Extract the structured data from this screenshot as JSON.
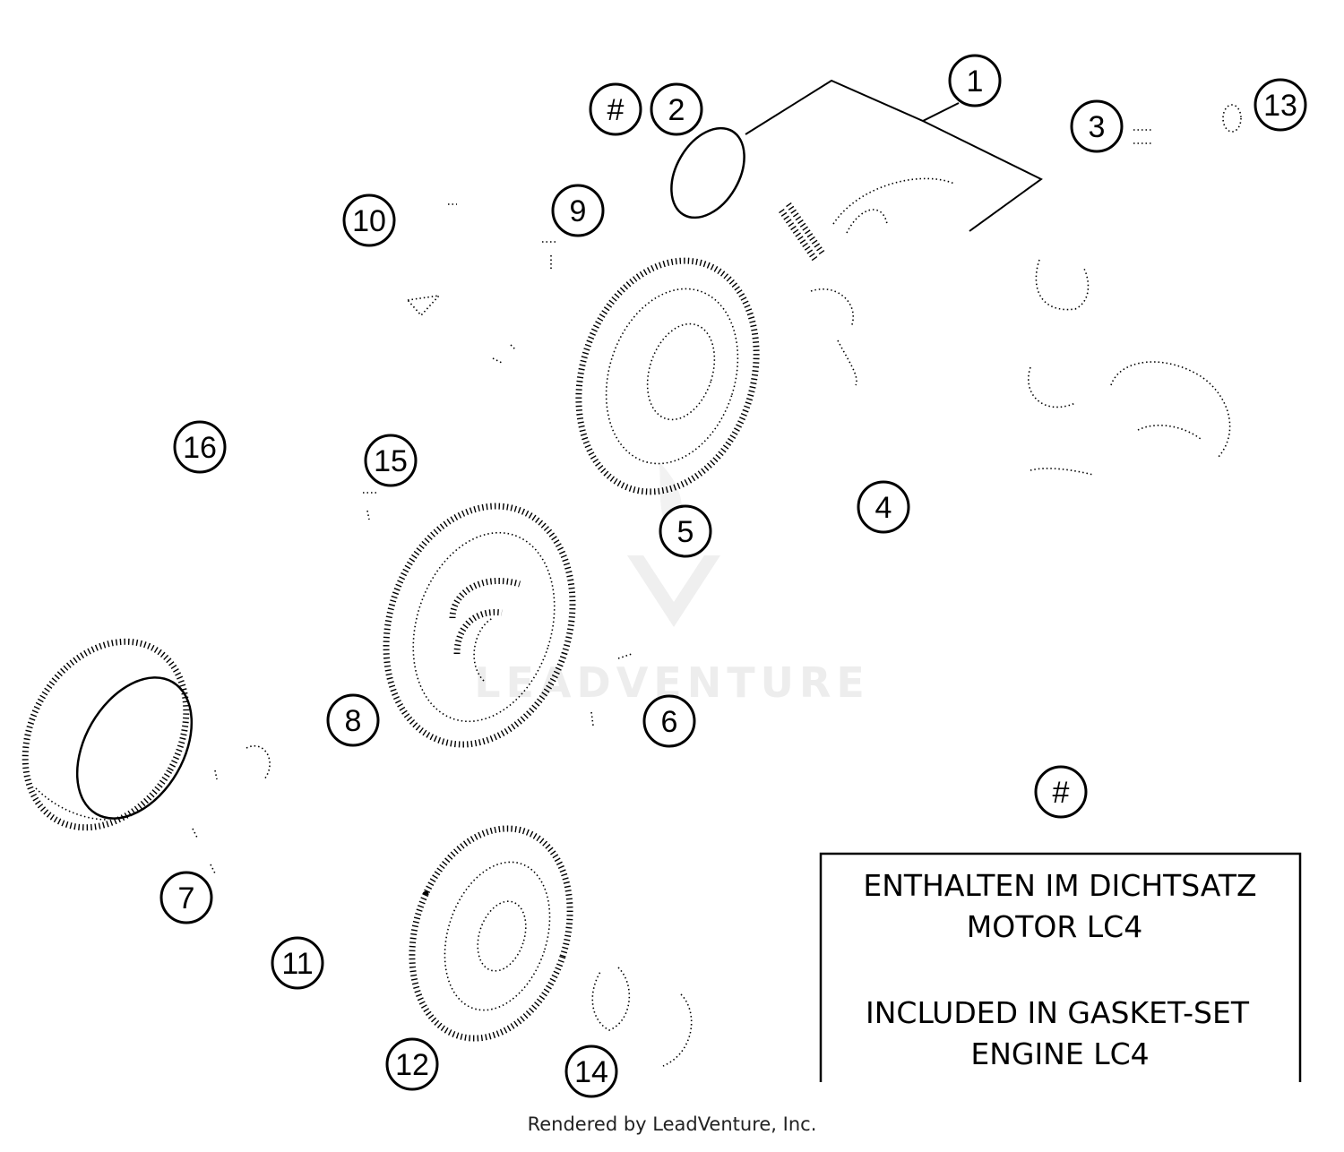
{
  "callouts": [
    {
      "label": "1"
    },
    {
      "label": "#"
    },
    {
      "label": "2"
    },
    {
      "label": "3"
    },
    {
      "label": "13"
    },
    {
      "label": "10"
    },
    {
      "label": "9"
    },
    {
      "label": "16"
    },
    {
      "label": "15"
    },
    {
      "label": "5"
    },
    {
      "label": "4"
    },
    {
      "label": "8"
    },
    {
      "label": "6"
    },
    {
      "label": "7"
    },
    {
      "label": "11"
    },
    {
      "label": "12"
    },
    {
      "label": "14"
    },
    {
      "label": "#"
    }
  ],
  "note": {
    "line1": "ENTHALTEN IM DICHTSATZ",
    "line2": "MOTOR LC4",
    "line3": "INCLUDED IN GASKET-SET",
    "line4": "ENGINE LC4"
  },
  "watermark": {
    "text": "LEADVENTURE"
  },
  "footer": {
    "text": "Rendered by LeadVenture, Inc."
  }
}
